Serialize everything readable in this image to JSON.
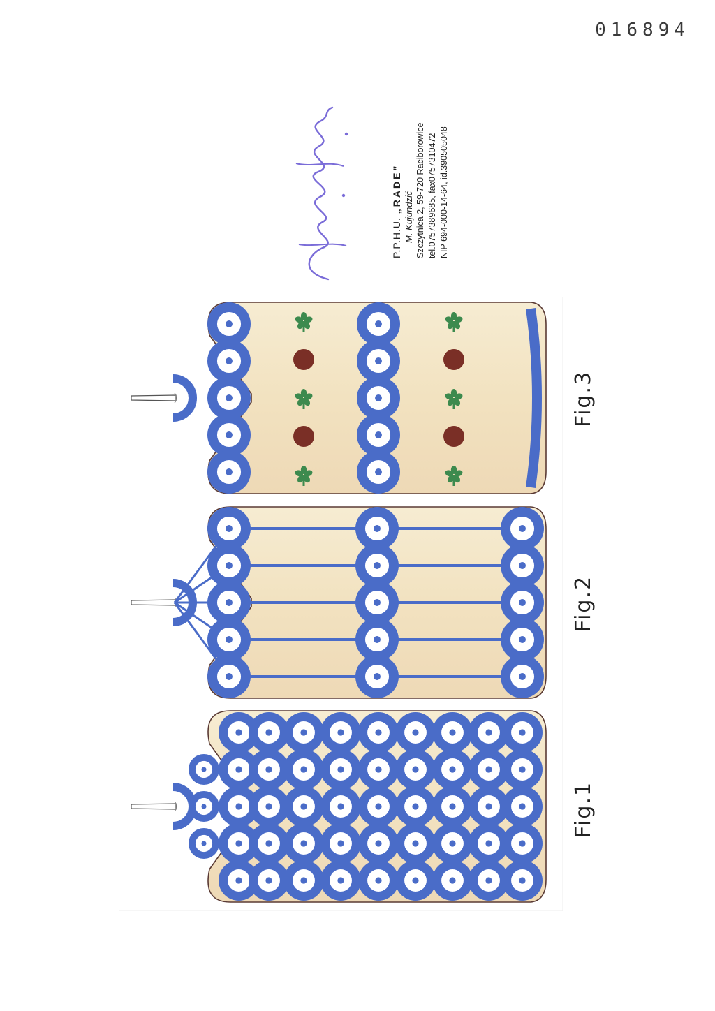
{
  "document_number": "016894",
  "stamp": {
    "line1_prefix": "P.P.H.U. ",
    "line1_name": "„RADE”",
    "line2": "M. Kujundzić",
    "line3": "Szczytnica 2, 59-720 Raciborowice",
    "line4": "tel.0757389685, fax0757310472",
    "line5": "NIP 694-000-14-64, id.390505048"
  },
  "signature": "Kujundzić",
  "figures": [
    {
      "label": "Fig.1",
      "pattern": "dense-eyes"
    },
    {
      "label": "Fig.2",
      "pattern": "eye-columns-with-lines"
    },
    {
      "label": "Fig.3",
      "pattern": "eye-columns-with-flowers-and-dots"
    }
  ],
  "colors": {
    "eye_blue": "#4a6cc8",
    "eye_white": "#ffffff",
    "candle_cream": "#f3e6c4",
    "leaf_green": "#3d8a4e",
    "dot_brown": "#7a2f26",
    "outline": "#5a3a34"
  }
}
